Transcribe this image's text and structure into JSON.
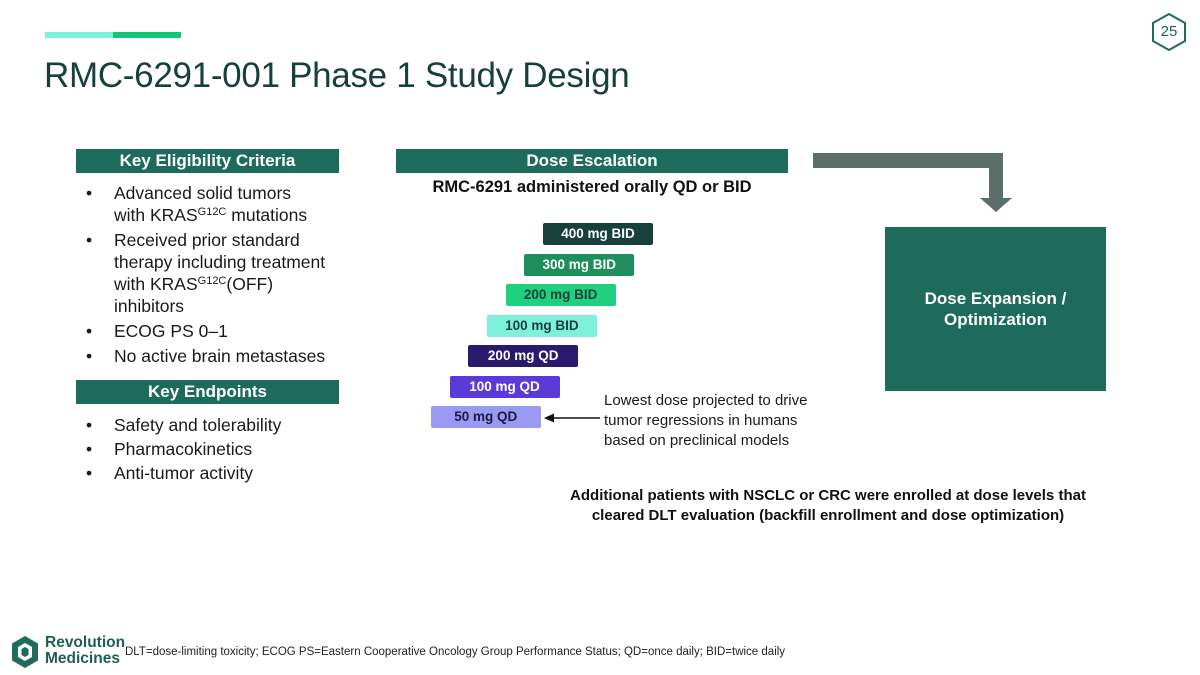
{
  "page_number": "25",
  "title": "RMC-6291-001 Phase 1 Study Design",
  "eligibility": {
    "header": "Key Eligibility Criteria",
    "items": [
      {
        "pre": "Advanced solid tumors",
        "line2_pre": "with KRAS",
        "sup": "G12C",
        "post": " mutations"
      },
      {
        "pre": "Received prior standard",
        "line2": "therapy including treatment",
        "line3_pre": "with KRAS",
        "sup": "G12C",
        "line3_post": "(OFF)",
        "line4": "inhibitors"
      },
      {
        "text": "ECOG PS 0–1"
      },
      {
        "text": "No active brain metastases"
      }
    ]
  },
  "endpoints": {
    "header": "Key Endpoints",
    "items": [
      "Safety and tolerability",
      "Pharmacokinetics",
      "Anti-tumor activity"
    ]
  },
  "dose_escalation": {
    "header": "Dose Escalation",
    "subtitle": "RMC-6291 administered orally QD or BID",
    "levels": [
      {
        "label": "400 mg BID",
        "color": "#173f3b",
        "text_color": "#ffffff"
      },
      {
        "label": "300 mg BID",
        "color": "#1e8e5c",
        "text_color": "#ffffff"
      },
      {
        "label": "200 mg BID",
        "color": "#1fd07e",
        "text_color": "#173f3b"
      },
      {
        "label": "100 mg BID",
        "color": "#7ff0dc",
        "text_color": "#173f3b"
      },
      {
        "label": "200 mg QD",
        "color": "#2a1a6e",
        "text_color": "#ffffff"
      },
      {
        "label": "100 mg QD",
        "color": "#5b3bd8",
        "text_color": "#ffffff"
      },
      {
        "label": "50 mg QD",
        "color": "#9a9af2",
        "text_color": "#1a1a4a"
      }
    ],
    "lowest_dose_note": [
      "Lowest dose projected to drive",
      "tumor regressions in humans",
      "based on preclinical models"
    ]
  },
  "expansion": {
    "line1": "Dose Expansion /",
    "line2": "Optimization"
  },
  "bottom_note": [
    "Additional patients with NSCLC or CRC were enrolled at dose levels that",
    "cleared DLT evaluation (backfill enrollment and dose optimization)"
  ],
  "logo": {
    "line1": "Revolution",
    "line2": "Medicines"
  },
  "footnote": "DLT=dose-limiting toxicity; ECOG PS=Eastern Cooperative Oncology Group Performance Status; QD=once daily; BID=twice daily",
  "icons": {
    "page_badge": "hexagon-badge",
    "flow_arrow": "bent-arrow-down",
    "pointer": "left-arrow",
    "logo_mark": "hexagon-logo-mark"
  },
  "colors": {
    "primary": "#1e6b5c",
    "title": "#173f3b",
    "accent_light": "#7ff0dc",
    "accent_green": "#17c57a"
  }
}
